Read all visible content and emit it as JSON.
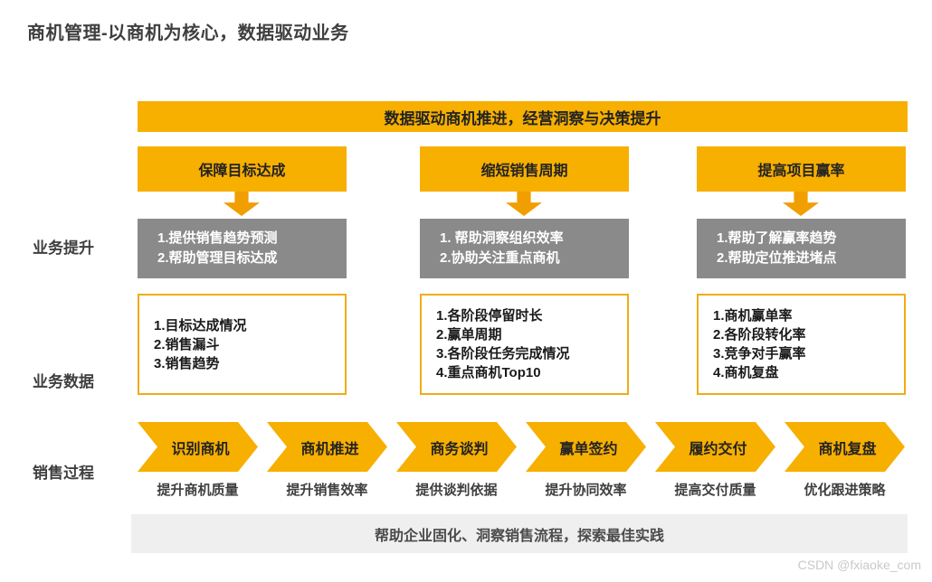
{
  "page": {
    "title": "商机管理-以商机为核心，数据驱动业务",
    "watermark": "CSDN @fxiaoke_com"
  },
  "banner": {
    "text": "数据驱动商机推进，经营洞察与决策提升"
  },
  "row_labels": {
    "improvement": "业务提升",
    "data": "业务数据",
    "process": "销售过程"
  },
  "columns": [
    {
      "header": "保障目标达成",
      "improvements": [
        "1.提供销售趋势预测",
        "2.帮助管理目标达成"
      ],
      "data_points": [
        "1.目标达成情况",
        "2.销售漏斗",
        "3.销售趋势"
      ]
    },
    {
      "header": "缩短销售周期",
      "improvements": [
        "1. 帮助洞察组织效率",
        "2.协助关注重点商机"
      ],
      "data_points": [
        "1.各阶段停留时长",
        "2.赢单周期",
        "3.各阶段任务完成情况",
        "4.重点商机Top10"
      ]
    },
    {
      "header": "提高项目赢率",
      "improvements": [
        "1.帮助了解赢率趋势",
        "2.帮助定位推进堵点"
      ],
      "data_points": [
        "1.商机赢单率",
        "2.各阶段转化率",
        "3.竞争对手赢率",
        "4.商机复盘"
      ]
    }
  ],
  "process": {
    "stages": [
      {
        "name": "识别商机",
        "benefit": "提升商机质量"
      },
      {
        "name": "商机推进",
        "benefit": "提升销售效率"
      },
      {
        "name": "商务谈判",
        "benefit": "提供谈判依据"
      },
      {
        "name": "赢单签约",
        "benefit": "提升协同效率"
      },
      {
        "name": "履约交付",
        "benefit": "提高交付质量"
      },
      {
        "name": "商机复盘",
        "benefit": "优化跟进策略"
      }
    ],
    "footer": "帮助企业固化、洞察销售流程，探索最佳实践"
  },
  "colors": {
    "amber": "#F7AF00",
    "arrow": "#F09E00",
    "graybox": "#8A8A8A",
    "gold-border": "#F0AC14",
    "footer-bg": "#EFEFEF",
    "text-dark": "#3F3F3F",
    "text-near-black": "#232323",
    "watermark": "#C9C9CB"
  }
}
